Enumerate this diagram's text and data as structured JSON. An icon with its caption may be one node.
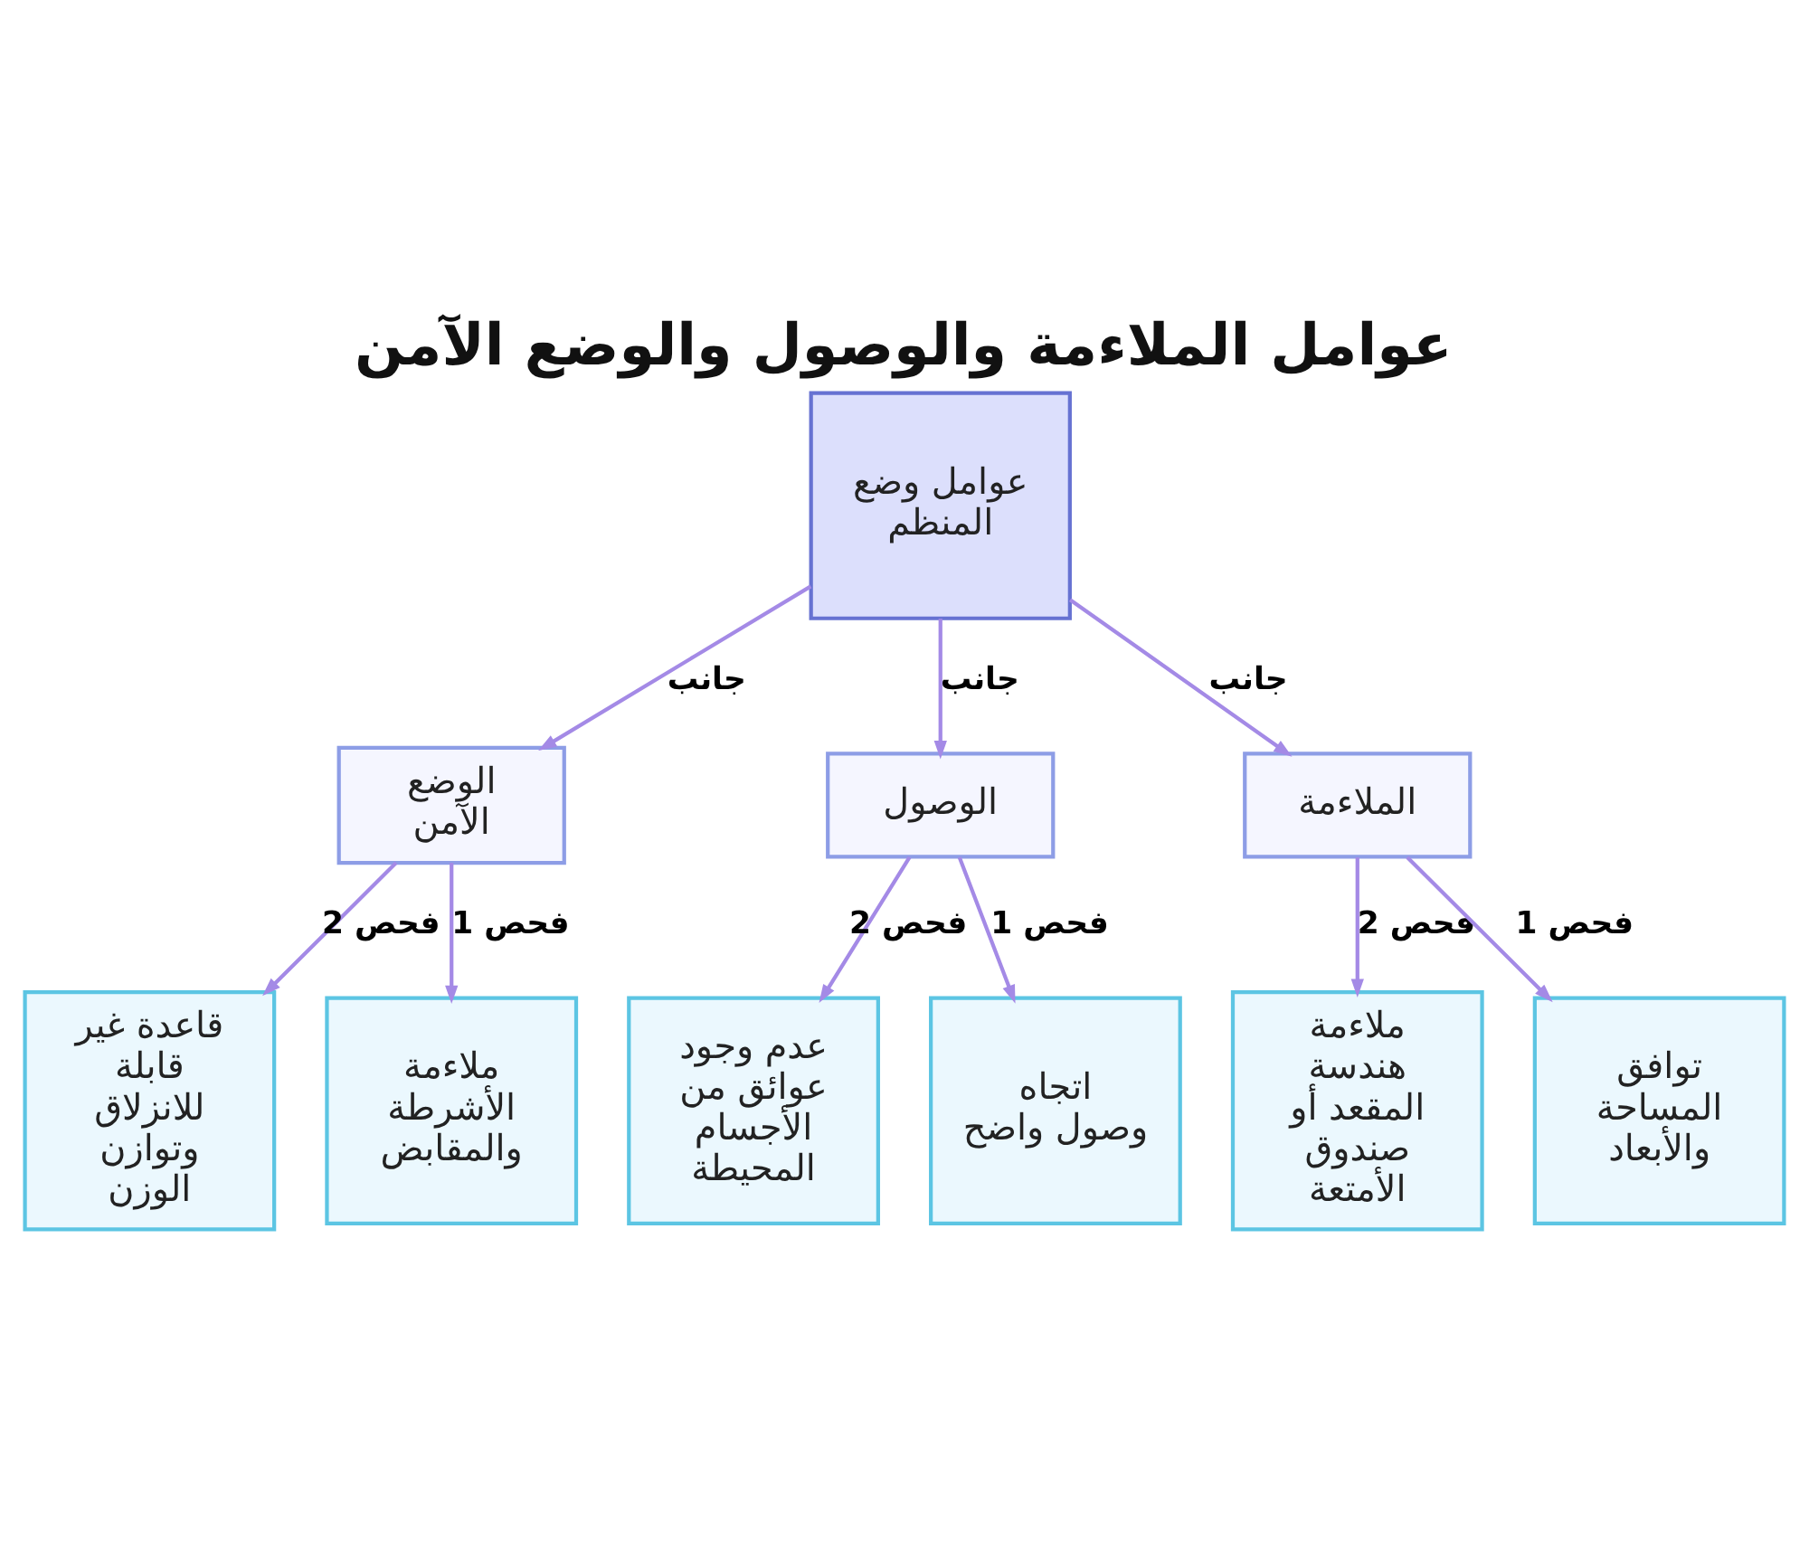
{
  "diagram": {
    "title": "عوامل الملاءمة والوصول والوضع الآمن",
    "nodes": [
      {
        "text": [
          "عوامل وضع المنظم"
        ]
      },
      {
        "text": [
          "الملاءمة"
        ]
      },
      {
        "text": [
          "الوصول"
        ]
      },
      {
        "text": [
          "الوضع الآمن"
        ]
      },
      {
        "text": [
          "توافق المساحة والأبعاد"
        ]
      },
      {
        "text": [
          "ملاءمة هندسة المقعد أو صندوق الأمتعة"
        ]
      },
      {
        "text": [
          "اتجاه وصول واضح"
        ]
      },
      {
        "text": [
          "عدم وجود عوائق من الأجسام المحيطة"
        ]
      },
      {
        "text": [
          "ملاءمة الأشرطة والمقابض"
        ]
      },
      {
        "text": [
          "قاعدة غير قابلة للانزلاق وتوازن الوزن"
        ]
      }
    ],
    "edges": [
      {
        "from": 0,
        "to": 1,
        "arrow": "to",
        "label": "جانب"
      },
      {
        "from": 0,
        "to": 2,
        "arrow": "to",
        "label": "جانب"
      },
      {
        "from": 0,
        "to": 3,
        "arrow": "to",
        "label": "جانب"
      },
      {
        "from": 1,
        "to": 4,
        "arrow": "to",
        "label": "فحص 1"
      },
      {
        "from": 1,
        "to": 5,
        "arrow": "to",
        "label": "فحص 2"
      },
      {
        "from": 2,
        "to": 6,
        "arrow": "to",
        "label": "فحص 1"
      },
      {
        "from": 2,
        "to": 7,
        "arrow": "to",
        "label": "فحص 2"
      },
      {
        "from": 3,
        "to": 8,
        "arrow": "to",
        "label": "فحص 1"
      },
      {
        "from": 3,
        "to": 9,
        "arrow": "to",
        "label": "فحص 2"
      }
    ]
  }
}
